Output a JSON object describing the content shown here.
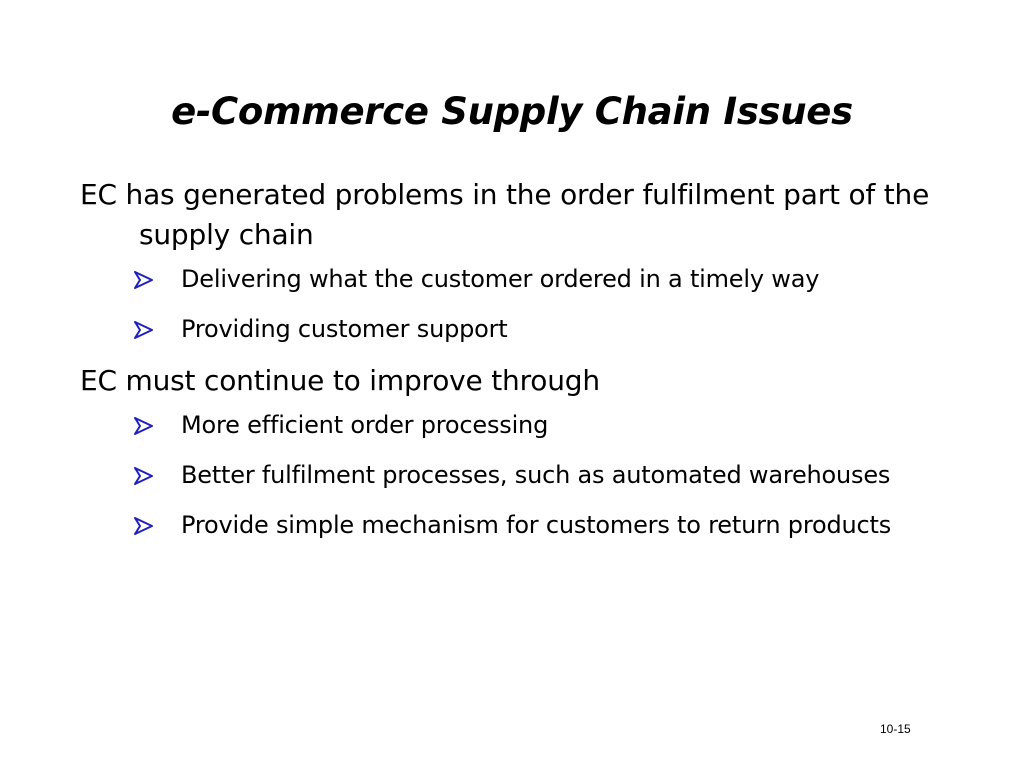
{
  "slide": {
    "title": "e-Commerce Supply Chain Issues",
    "page_number": "10-15",
    "bullet_color": "#2020c0",
    "sections": [
      {
        "text": "EC has generated problems in the order fulfilment part of the supply chain",
        "items": [
          "Delivering what the customer ordered in a timely way",
          "Providing customer support"
        ]
      },
      {
        "text": "EC must continue to improve through",
        "items": [
          "More efficient order processing",
          "Better fulfilment processes, such as automated warehouses",
          "Provide simple mechanism for customers to return products"
        ]
      }
    ]
  }
}
